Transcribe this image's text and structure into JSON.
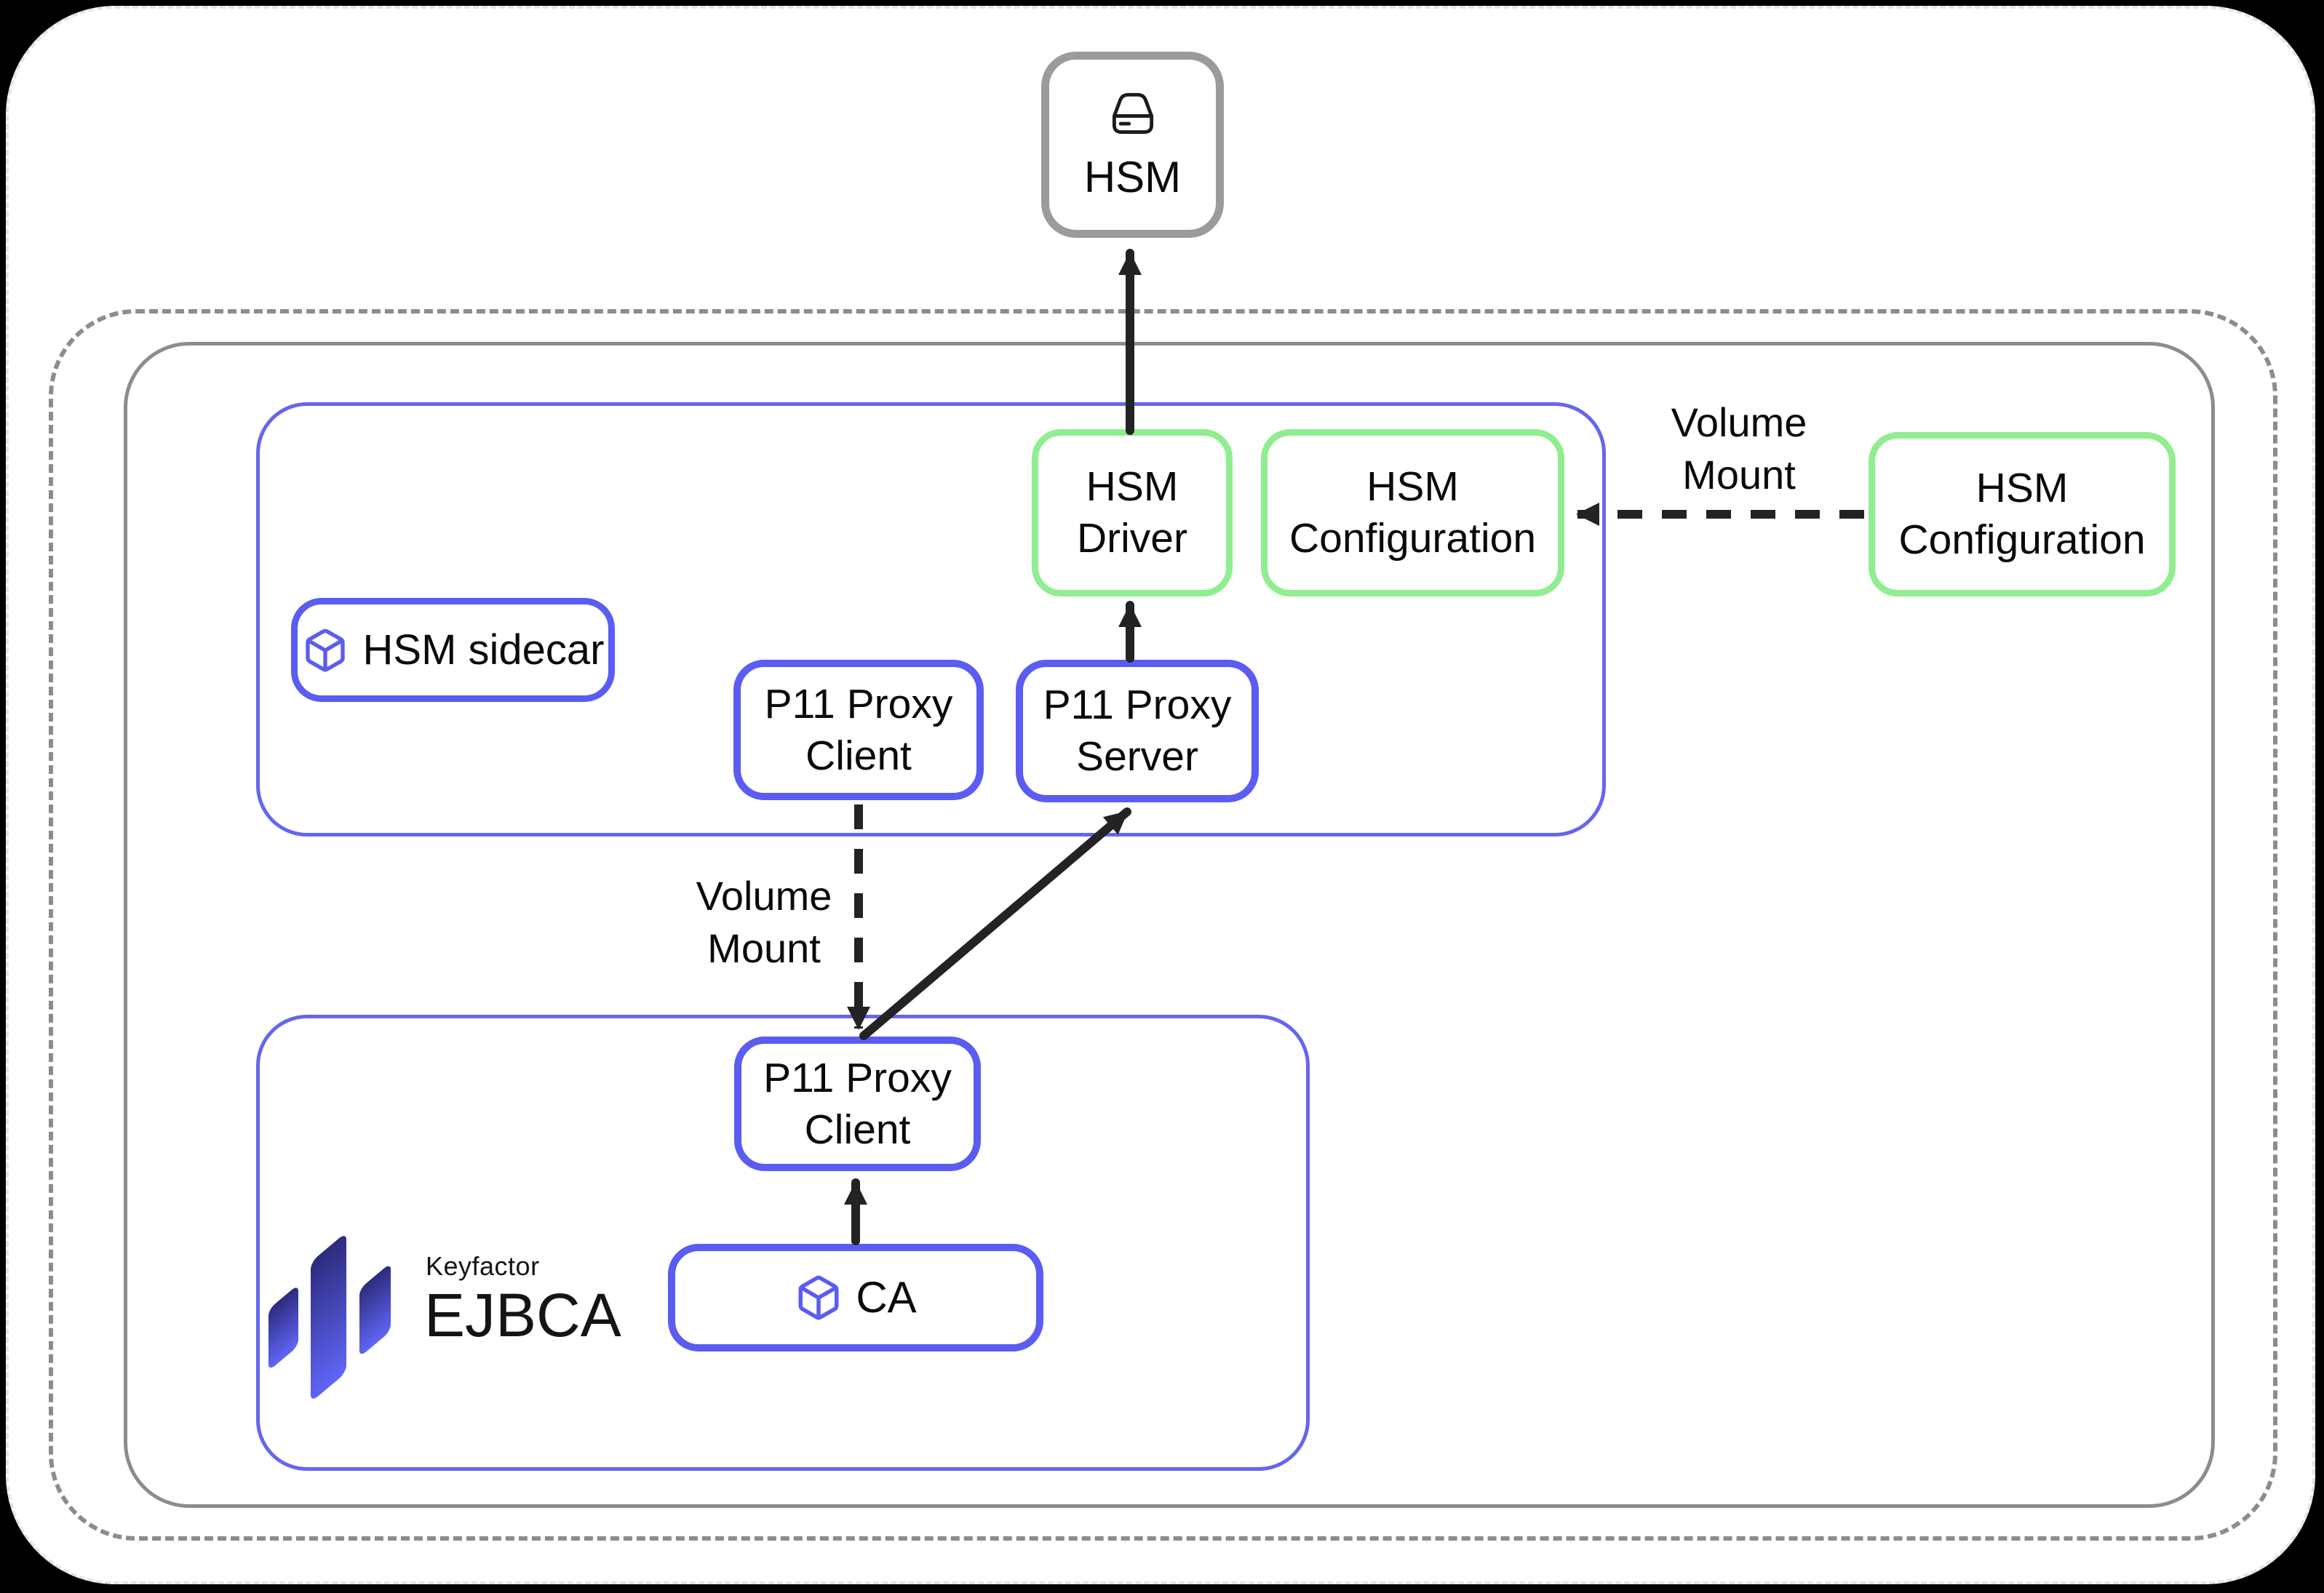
{
  "nodes": {
    "hsm": {
      "label": "HSM"
    },
    "hsm_driver": {
      "label": "HSM\nDriver"
    },
    "hsm_config_sidecar": {
      "label": "HSM\nConfiguration"
    },
    "hsm_config_external": {
      "label": "HSM\nConfiguration"
    },
    "hsm_sidecar": {
      "label": "HSM sidecar"
    },
    "p11_proxy_client_sidecar": {
      "label": "P11 Proxy\nClient"
    },
    "p11_proxy_server": {
      "label": "P11 Proxy\nServer"
    },
    "p11_proxy_client_ejbca": {
      "label": "P11 Proxy\nClient"
    },
    "ca": {
      "label": "CA"
    }
  },
  "edges": {
    "volume_mount_sidecar": {
      "label": "Volume\nMount"
    },
    "volume_mount_external": {
      "label": "Volume\nMount"
    }
  },
  "logo": {
    "brand": "Keyfactor",
    "product": "EJBCA"
  },
  "colors": {
    "accent_blue": "#5a5cf2",
    "container_blue": "#6466f0",
    "accent_green": "#90ee90",
    "hsm_border_gray": "#9b9b9b",
    "container_gray": "#8c8c8c",
    "arrow_black": "#232323",
    "logo_gradient_top": "#2d2b7c",
    "logo_gradient_bottom": "#5f66f7"
  }
}
